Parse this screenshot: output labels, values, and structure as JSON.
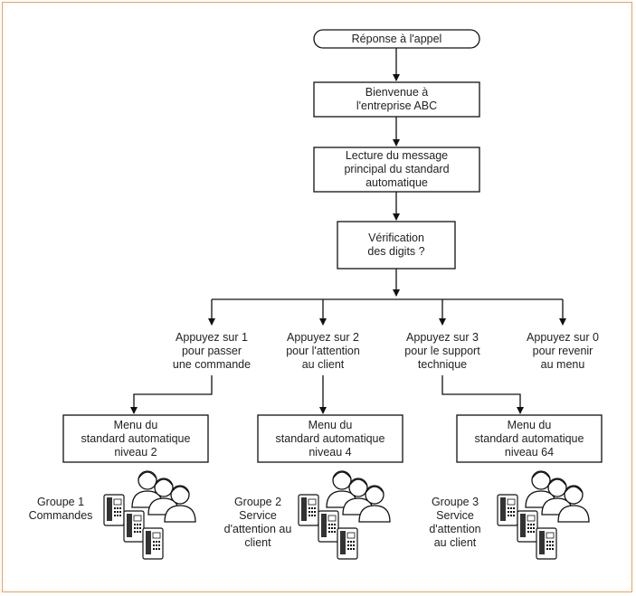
{
  "flow": {
    "start": "Réponse à l'appel",
    "welcome": "Bienvenue à\nl'entreprise ABC",
    "main_message": "Lecture du message\nprincipal du standard\nautomatique",
    "check_digits": "Vérification\ndes digits ?"
  },
  "options": [
    {
      "label": "Appuyez sur 1\npour passer\nune commande"
    },
    {
      "label": "Appuyez sur 2\npour l'attention\nau client"
    },
    {
      "label": "Appuyez sur 3\npour le support\ntechnique"
    },
    {
      "label": "Appuyez sur 0\npour revenir\nau menu"
    }
  ],
  "menus": [
    {
      "label": "Menu du\nstandard automatique\nniveau 2"
    },
    {
      "label": "Menu du\nstandard automatique\nniveau 4"
    },
    {
      "label": "Menu du\nstandard automatique\nniveau 64"
    }
  ],
  "groups": [
    {
      "label": "Groupe 1\nCommandes"
    },
    {
      "label": "Groupe 2\nService\nd'attention au\nclient"
    },
    {
      "label": "Groupe 3\nService\nd'attention\nau client"
    }
  ],
  "colors": {
    "frame": "#f0a05a",
    "stroke": "#111111"
  }
}
